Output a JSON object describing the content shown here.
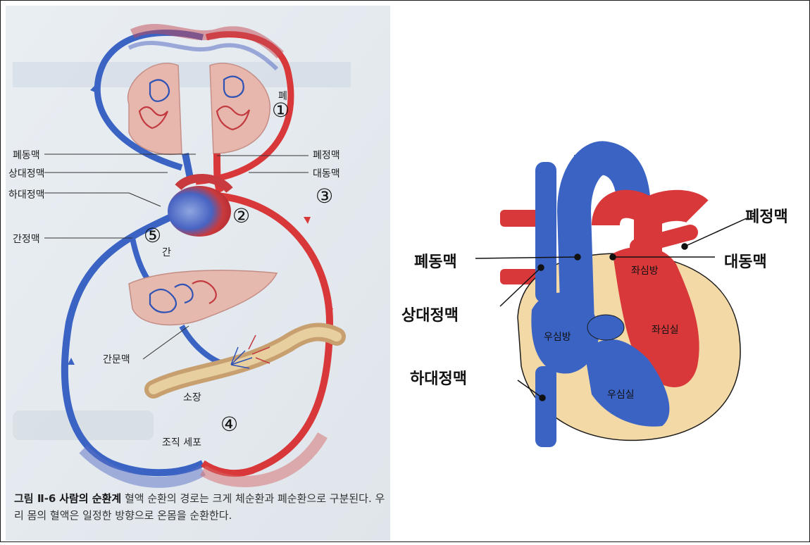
{
  "left": {
    "labels": {
      "lungs": "폐",
      "pulmonary_artery": "폐동맥",
      "pulmonary_vein": "폐정맥",
      "superior_vena_cava": "상대정맥",
      "aorta": "대동맥",
      "inferior_vena_cava": "하대정맥",
      "hepatic_vein": "간정맥",
      "liver": "간",
      "hepatic_portal_vein": "간문맥",
      "small_intestine": "소장",
      "tissue_cells": "조직 세포"
    },
    "numbers": {
      "n1": "①",
      "n2": "②",
      "n3": "③",
      "n4": "④",
      "n5": "⑤"
    },
    "caption": {
      "figure_no": "그림 Ⅱ-6",
      "title": "사람의 순환계",
      "text": "혈액 순환의 경로는 크게 체순환과 폐순환으로 구분된다. 우리 몸의 혈액은 일정한 방향으로 온몸을 순환한다."
    }
  },
  "right": {
    "labels": {
      "pulmonary_vein": "폐정맥",
      "pulmonary_artery": "폐동맥",
      "aorta": "대동맥",
      "superior_vena_cava": "상대정맥",
      "inferior_vena_cava": "하대정맥",
      "left_atrium": "좌심방",
      "left_ventricle": "좌심실",
      "right_atrium": "우심방",
      "right_ventricle": "우심실"
    }
  },
  "colors": {
    "artery_red": "#d9383a",
    "vein_blue": "#3a63c4",
    "page_bg": "#e6ebf0",
    "heart_wall": "#f3d9a6"
  }
}
